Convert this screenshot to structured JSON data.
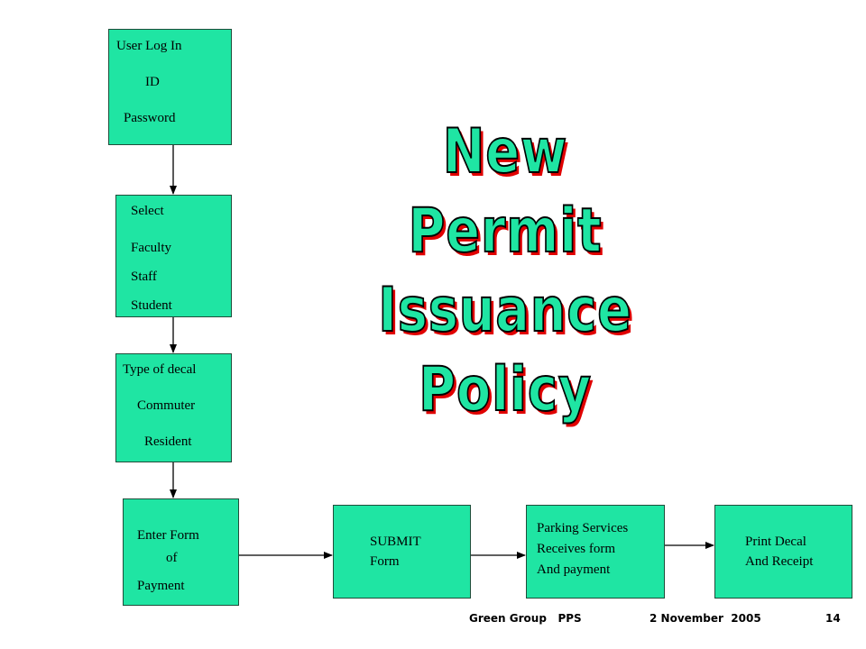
{
  "title": {
    "line1": "New Permit",
    "line2": "Issuance",
    "line3": "Policy"
  },
  "boxes": {
    "login": {
      "heading": "User Log In",
      "item1": "ID",
      "item2": "Password"
    },
    "select": {
      "heading": "Select",
      "item1": "Faculty",
      "item2": "Staff",
      "item3": "Student"
    },
    "decal": {
      "heading": "Type of decal",
      "item1": "Commuter",
      "item2": "Resident"
    },
    "payment": {
      "line1": "Enter Form",
      "line2": "of",
      "line3": "Payment"
    },
    "submit": {
      "line1": "SUBMIT",
      "line2": "Form"
    },
    "parking": {
      "line1": "Parking Services",
      "line2": "Receives form",
      "line3": "And payment"
    },
    "print": {
      "line1": "Print Decal",
      "line2": "And Receipt"
    }
  },
  "footer": {
    "group": "Green Group   PPS",
    "date": "2 November  2005",
    "page": "14"
  },
  "colors": {
    "box_fill": "#1fe5a3",
    "title_fill": "#1fe5a3",
    "title_shadow": "#e00000",
    "arrow": "#000000"
  }
}
